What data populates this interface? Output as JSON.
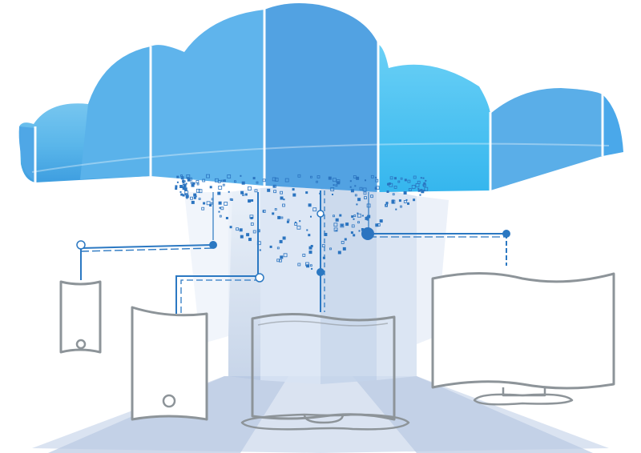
{
  "scene": {
    "subject": "cloud-computing-illustration",
    "colors": {
      "cloud_light": "#5cc6f2",
      "cloud_mid": "#5aaee8",
      "cloud_dark": "#3f8fd2",
      "beam": "#c9daee",
      "beam_shadow": "#a9bfdc",
      "connector": "#2b78c2",
      "device_outline": "#8d9499",
      "pixel": "#2b74c0"
    },
    "devices": [
      {
        "name": "mobile-phone"
      },
      {
        "name": "tablet"
      },
      {
        "name": "laptop"
      },
      {
        "name": "desktop-monitor"
      }
    ]
  }
}
